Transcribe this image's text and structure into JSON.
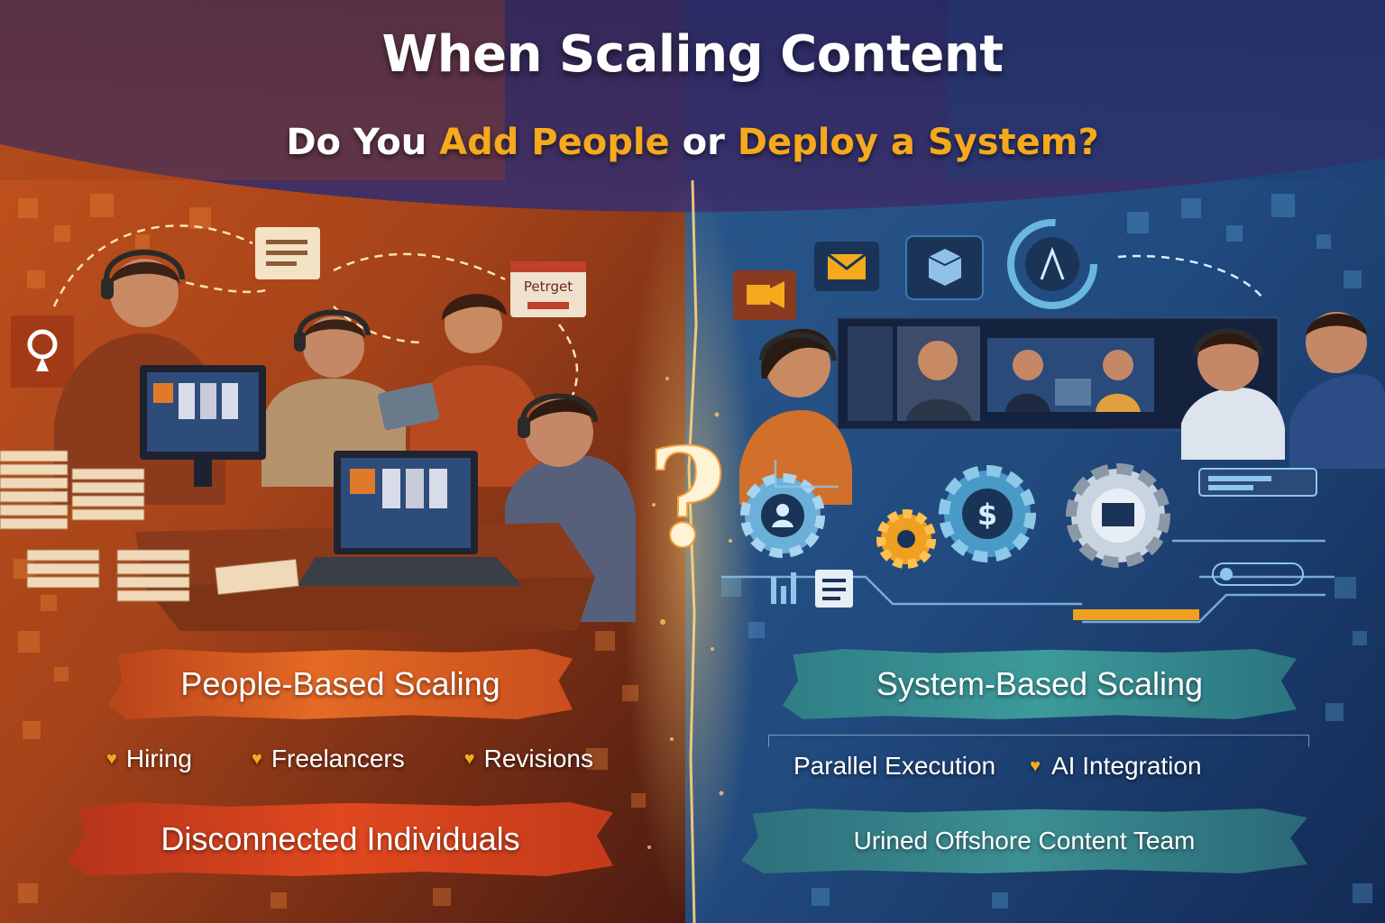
{
  "header": {
    "title": "When Scaling Content",
    "subtitle_prefix": "Do You ",
    "subtitle_highlight_1": "Add People",
    "subtitle_middle": " or ",
    "subtitle_highlight_2": "Deploy a System?"
  },
  "left_panel": {
    "calendar_label": "Petrget",
    "banner_top": "People-Based Scaling",
    "bullets": [
      "Hiring",
      "Freelancers",
      "Revisions"
    ],
    "banner_bottom": "Disconnected Individuals"
  },
  "right_panel": {
    "banner_top": "System-Based Scaling",
    "bullets": [
      "Parallel Execution",
      "AI Integration"
    ],
    "banner_bottom": "Urined Offshore Content Team"
  },
  "center": {
    "symbol": "?"
  },
  "colors": {
    "accent": "#f5a91c",
    "left_warm": "#e46a24",
    "left_deep": "#7a2a10",
    "right_cool": "#2a5c8c",
    "right_teal": "#3d9a9a",
    "divider_glow": "#ffcc66"
  },
  "icons": [
    "location-pin-icon",
    "document-icon",
    "calendar-icon",
    "video-icon",
    "mail-icon",
    "box-icon",
    "sync-icon",
    "user-gear-icon",
    "dollar-gear-icon",
    "gear-icon",
    "chat-gear-icon",
    "heart-bullet-icon"
  ]
}
